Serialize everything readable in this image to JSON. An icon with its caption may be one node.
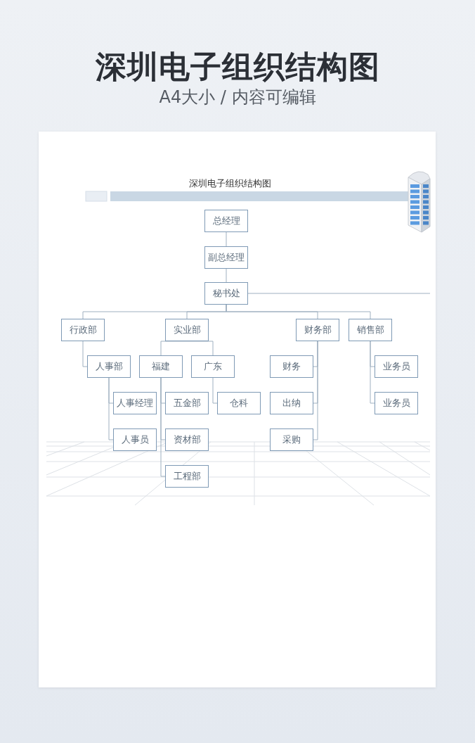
{
  "diagram": {
    "title": "深圳电子组织结构图",
    "caption": "A4大小 / 内容可编辑",
    "nodes": [
      {
        "text": [
          "总经理"
        ]
      },
      {
        "text": [
          "副总经理"
        ]
      },
      {
        "text": [
          "秘书处"
        ]
      },
      {
        "text": [
          "行政部"
        ]
      },
      {
        "text": [
          "实业部"
        ]
      },
      {
        "text": [
          "财务部"
        ]
      },
      {
        "text": [
          "销售部"
        ]
      },
      {
        "text": [
          "人事部"
        ]
      },
      {
        "text": [
          "福建"
        ]
      },
      {
        "text": [
          "广东"
        ]
      },
      {
        "text": [
          "财务"
        ]
      },
      {
        "text": [
          "业务员"
        ]
      },
      {
        "text": [
          "人事经理"
        ]
      },
      {
        "text": [
          "五金部"
        ]
      },
      {
        "text": [
          "仓科"
        ]
      },
      {
        "text": [
          "出纳"
        ]
      },
      {
        "text": [
          "业务员"
        ]
      },
      {
        "text": [
          "人事员"
        ]
      },
      {
        "text": [
          "资材部"
        ]
      },
      {
        "text": [
          "采购"
        ]
      },
      {
        "text": [
          "工程部"
        ]
      }
    ],
    "edges": [
      {
        "from": 0,
        "to": 1,
        "arrow": "none"
      },
      {
        "from": 1,
        "to": 2,
        "arrow": "none"
      },
      {
        "from": 2,
        "to": 3,
        "arrow": "none"
      },
      {
        "from": 2,
        "to": 4,
        "arrow": "none"
      },
      {
        "from": 2,
        "to": 5,
        "arrow": "none"
      },
      {
        "from": 2,
        "to": 6,
        "arrow": "none"
      },
      {
        "from": 2,
        "to": null,
        "arrow": "none"
      },
      {
        "from": 3,
        "to": 7,
        "arrow": "none"
      },
      {
        "from": 4,
        "to": 8,
        "arrow": "none"
      },
      {
        "from": 4,
        "to": 9,
        "arrow": "none"
      },
      {
        "from": 5,
        "to": 10,
        "arrow": "none"
      },
      {
        "from": 5,
        "to": 15,
        "arrow": "none"
      },
      {
        "from": 5,
        "to": 19,
        "arrow": "none"
      },
      {
        "from": 6,
        "to": 11,
        "arrow": "none"
      },
      {
        "from": 6,
        "to": 16,
        "arrow": "none"
      },
      {
        "from": 7,
        "to": 12,
        "arrow": "none"
      },
      {
        "from": 7,
        "to": 17,
        "arrow": "none"
      },
      {
        "from": 8,
        "to": 13,
        "arrow": "none"
      },
      {
        "from": 8,
        "to": 18,
        "arrow": "none"
      },
      {
        "from": 8,
        "to": 20,
        "arrow": "none"
      },
      {
        "from": 9,
        "to": 14,
        "arrow": "none"
      }
    ],
    "labels": [
      "深圳电子组织结构图"
    ]
  }
}
